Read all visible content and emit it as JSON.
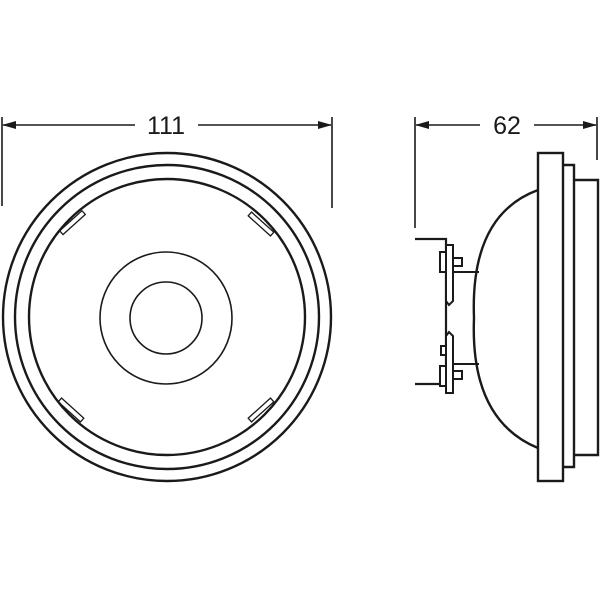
{
  "drawing": {
    "type": "technical dimension drawing",
    "subject": "reflector lamp with twin-pin base",
    "line_color": "#1a1a1a",
    "background": "#ffffff"
  },
  "front_view": {
    "dimension": {
      "value": "111",
      "label": "111"
    },
    "circles": [
      "outer-rim",
      "inner-rim",
      "reflector-edge",
      "lens-ring",
      "center-lens"
    ],
    "tabs": 4
  },
  "side_view": {
    "dimension": {
      "value": "62",
      "label": "62"
    },
    "parts": [
      "base-pins",
      "neck",
      "dome",
      "rim-steps"
    ]
  }
}
